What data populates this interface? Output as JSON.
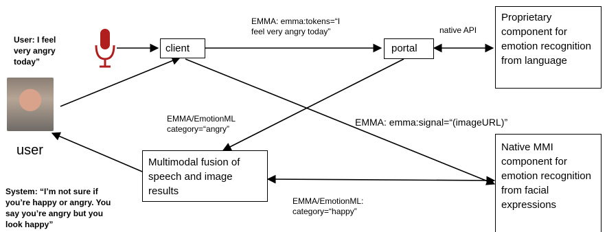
{
  "boxes": {
    "client": "client",
    "portal": "portal",
    "proprietary": "Proprietary component for emotion recognition from language",
    "fusion": "Multimodal fusion of speech and image results",
    "native_mmi": "Native MMI component for emotion recognition from facial expressions"
  },
  "labels": {
    "emma_tokens": "EMMA: emma:tokens=“I\nfeel very angry today”",
    "native_api": "native API",
    "emma_signal": "EMMA: emma:signal=“(imageURL)”",
    "emotion_angry": "EMMA/EmotionML\ncategory=“angry”",
    "emotion_happy": "EMMA/EmotionML:\ncategory=“happy”"
  },
  "user": {
    "speech": "User: I feel\nvery angry\ntoday”",
    "label": "user"
  },
  "system": {
    "speech": "System: “I’m not sure if\nyou’re  happy or angry. You\nsay you’re angry but you\nlook happy”"
  },
  "icons": {
    "microphone": "microphone-icon",
    "photo": "user-photo"
  },
  "colors": {
    "microphone": "#b01e1e"
  }
}
